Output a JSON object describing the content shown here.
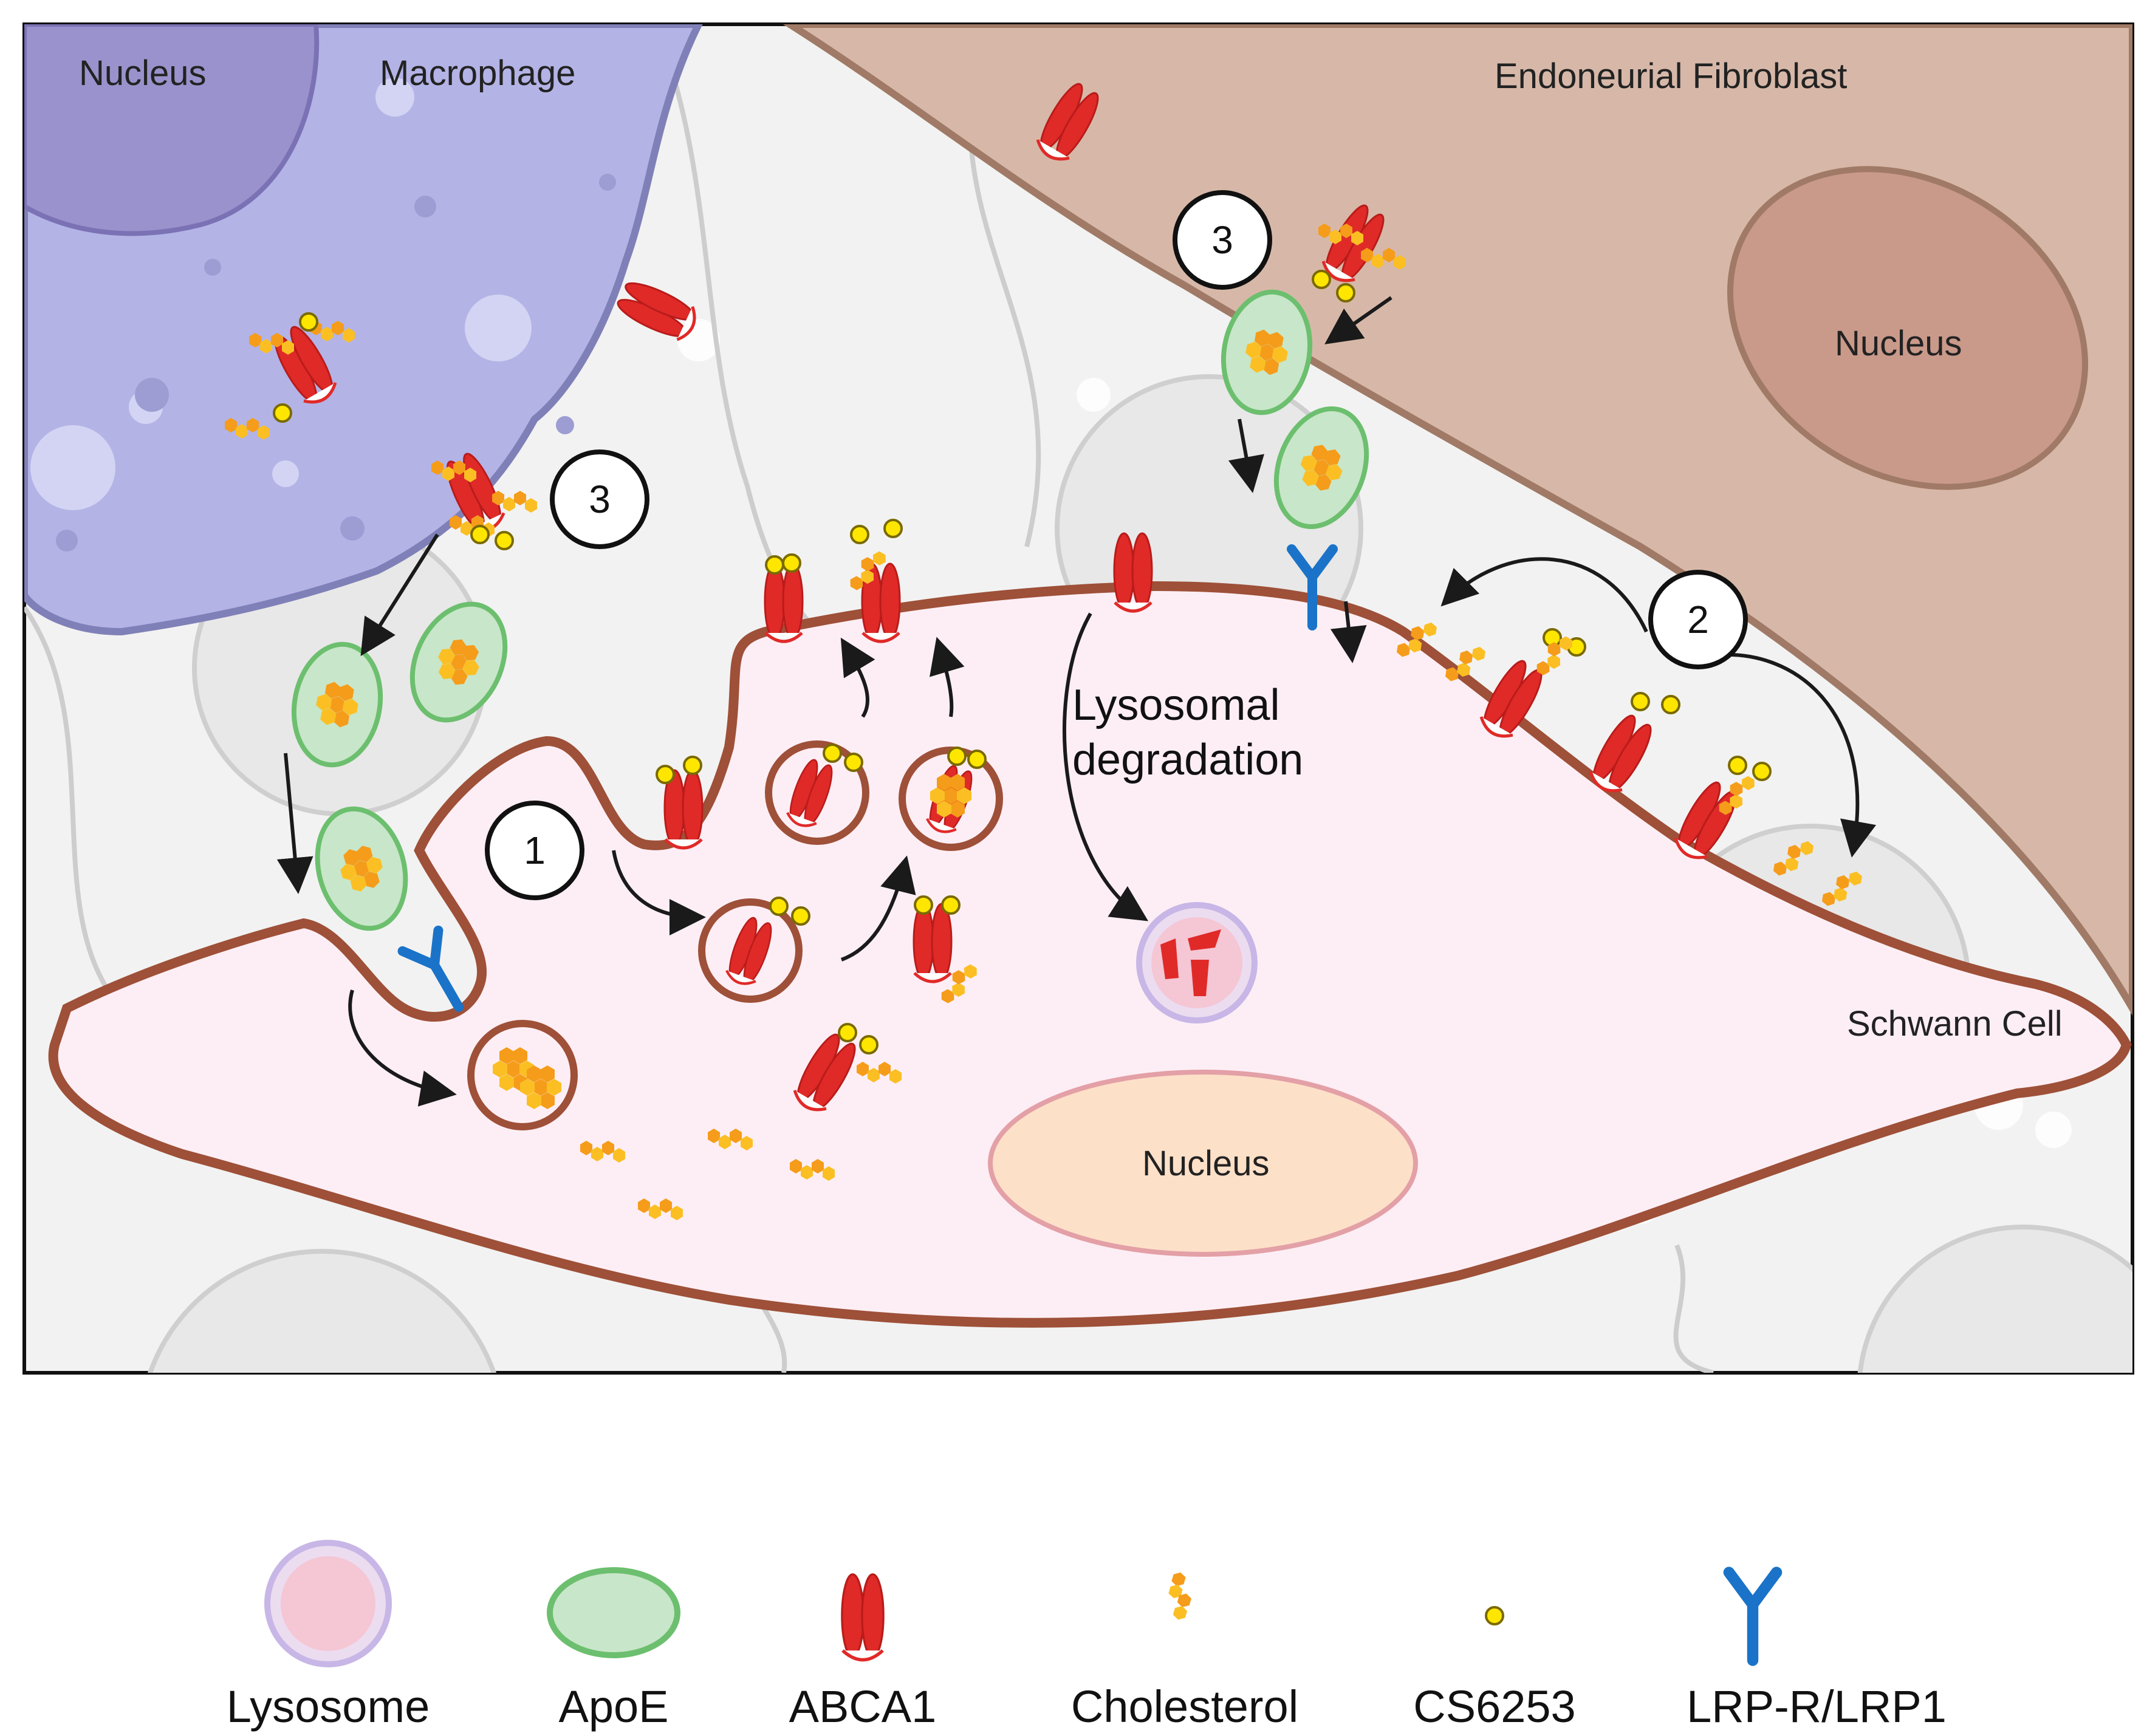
{
  "labels": {
    "macrophage_nucleus": "Nucleus",
    "macrophage": "Macrophage",
    "fibroblast": "Endoneurial Fibroblast",
    "fibroblast_nucleus": "Nucleus",
    "schwann_cell": "Schwann Cell",
    "schwann_nucleus": "Nucleus",
    "lysosomal_line1": "Lysosomal",
    "lysosomal_line2": "degradation"
  },
  "steps": {
    "step1": "1",
    "step2": "2",
    "step3_macrophage": "3",
    "step3_fibroblast": "3"
  },
  "legend": [
    {
      "label": "Lysosome",
      "icon": "lysosome-icon"
    },
    {
      "label": "ApoE",
      "icon": "apoe-icon"
    },
    {
      "label": "ABCA1",
      "icon": "abca1-icon"
    },
    {
      "label": "Cholesterol",
      "icon": "cholesterol-icon"
    },
    {
      "label": "CS6253",
      "icon": "cs6253-icon"
    },
    {
      "label": "LRP-R/LRP1",
      "icon": "lrp-receptor-icon"
    }
  ],
  "colors": {
    "macrophage": "#b3b3e6",
    "fibroblast": "#d7b8a8",
    "schwann_cell": "#fdeef5",
    "membrane_brown": "#9e5038",
    "abca1_red": "#e02a28",
    "apoe_green": "#c8e6c9",
    "cholesterol_orange": "#f59c1a",
    "cs6253_yellow": "#ffe600",
    "lrp_blue": "#1a73c8"
  }
}
